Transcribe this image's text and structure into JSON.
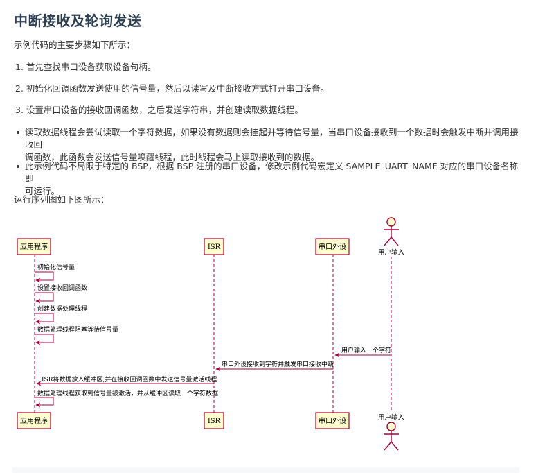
{
  "doc": {
    "title": "中断接收及轮询发送",
    "intro": "示例代码的主要步骤如下所示：",
    "steps": [
      "1. 首先查找串口设备获取设备句柄。",
      "2. 初始化回调函数发送使用的信号量，然后以读写及中断接收方式打开串口设备。",
      "3. 设置串口设备的接收回调函数，之后发送字符串，并创建读取数据线程。"
    ],
    "bullets": [
      {
        "line1": "读取数据线程会尝试读取一个字符数据，如果没有数据则会挂起并等待信号量，当串口设备接收到一个数据时会触发中断并调用接收回",
        "line2": "调函数，此函数会发送信号量唤醒线程，此时线程会马上读取接收到的数据。"
      },
      {
        "line1": "此示例代码不局限于特定的 BSP，根据 BSP 注册的串口设备，修改示例代码宏定义 SAMPLE_UART_NAME 对应的串口设备名称即",
        "line2": "可运行。"
      }
    ],
    "seq_intro": "运行序列图如下图所示："
  },
  "diagram": {
    "participants": {
      "app": "应用程序",
      "isr": "ISR",
      "uart": "串口外设",
      "user": "用户输入"
    },
    "messages": {
      "m1": "初始化信号量",
      "m2": "设置接收回调函数",
      "m3": "创建数据处理线程",
      "m4": "数据处理线程阻塞等待信号量",
      "m5": "用户输入一个字符",
      "m6": "串口外设接收到字符并触发串口接收中断",
      "m7": "ISR将数据放入缓冲区,并在接收回调函数中发送信号量激活线程",
      "m8": "数据处理线程获取到信号量被激活，并从缓冲区读取一个字符数据"
    },
    "colors": {
      "box_fill": "#FEFECE",
      "box_border": "#A80036",
      "arrow": "#A80036",
      "lifeline": "#A80036"
    }
  }
}
